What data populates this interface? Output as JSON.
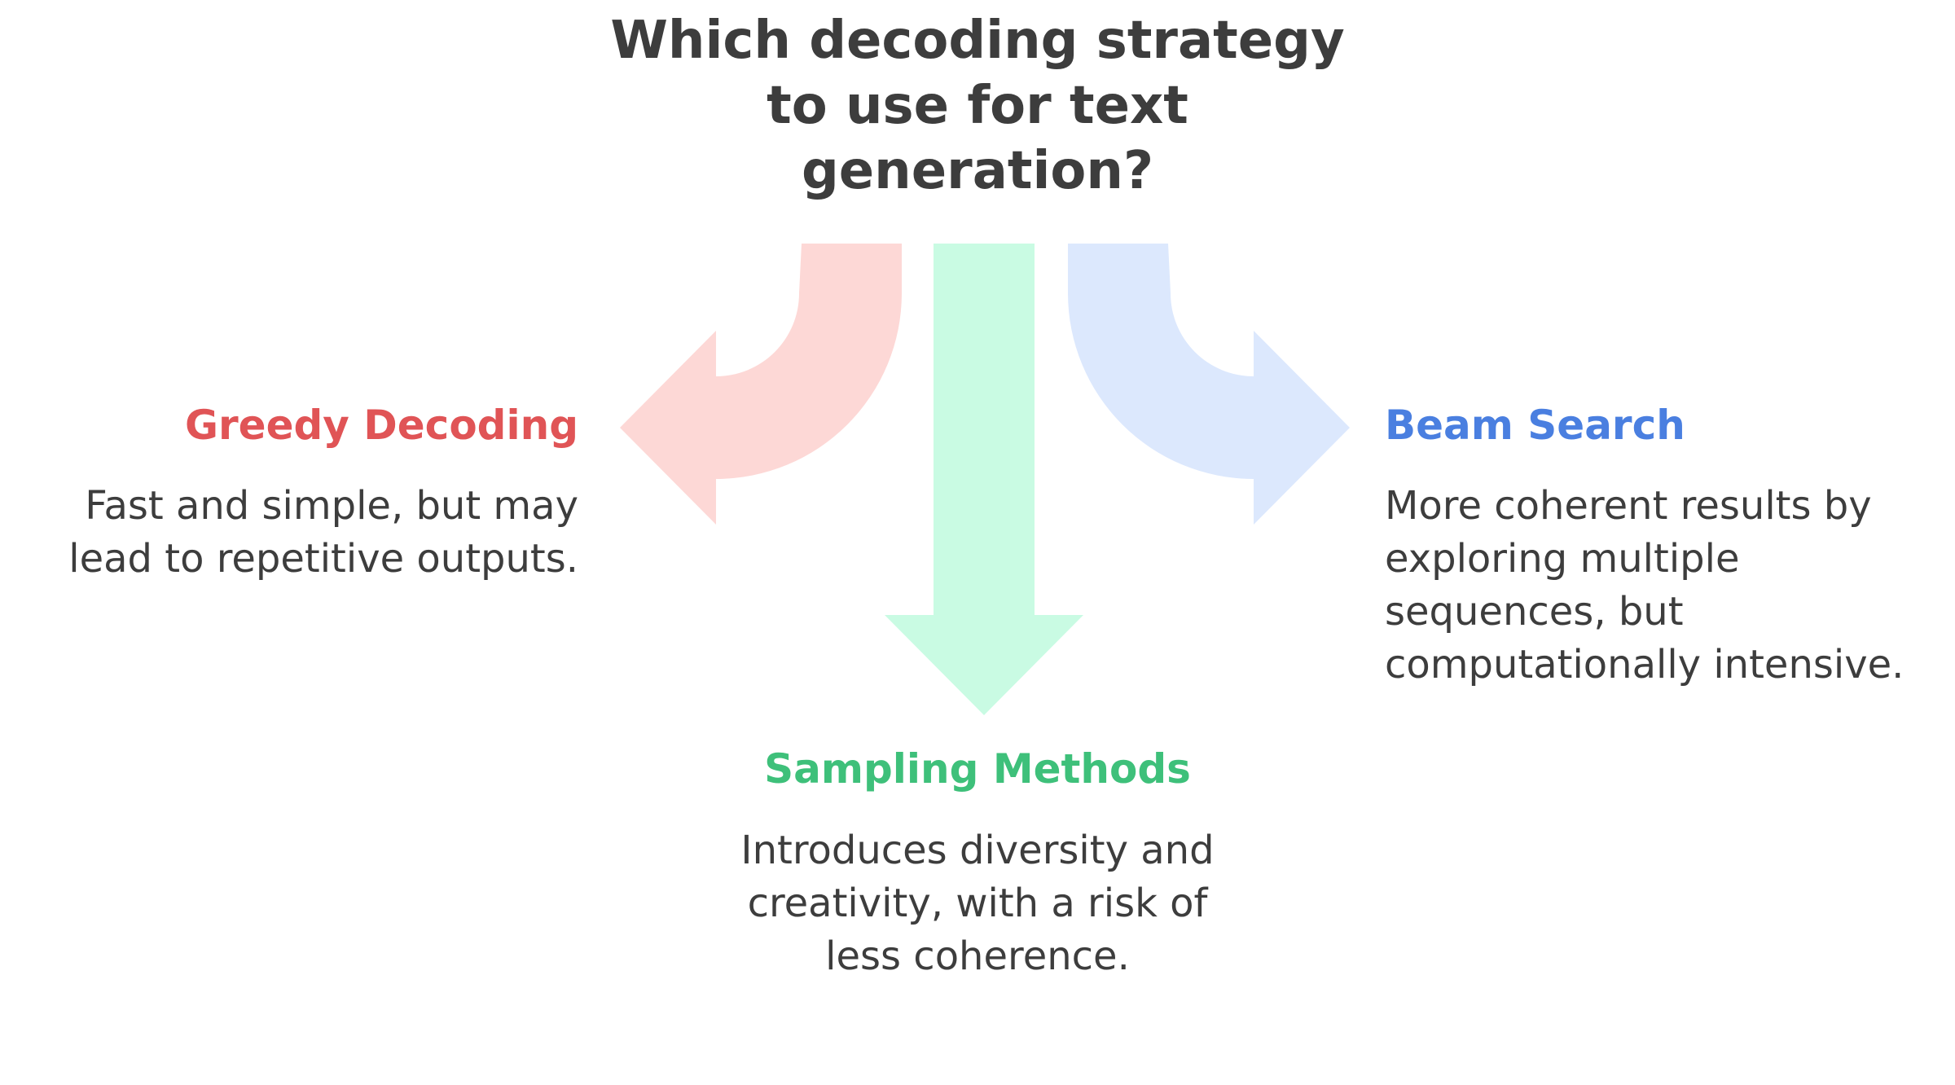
{
  "title": "Which decoding strategy\nto use for text\ngeneration?",
  "colors": {
    "text": "#3d3d3d",
    "greedy_accent": "#e05456",
    "greedy_arrow": "#fdd8d6",
    "sampling_accent": "#3ec07a",
    "sampling_arrow": "#c9fbe3",
    "beam_accent": "#4a7fe0",
    "beam_arrow": "#dce8fd"
  },
  "options": [
    {
      "id": "greedy",
      "heading": "Greedy Decoding",
      "description": "Fast and simple, but may\nlead to repetitive outputs."
    },
    {
      "id": "sampling",
      "heading": "Sampling Methods",
      "description": "Introduces diversity and\ncreativity, with a risk of\nless coherence."
    },
    {
      "id": "beam",
      "heading": "Beam Search",
      "description": "More coherent results by\nexploring multiple\nsequences, but\ncomputationally intensive."
    }
  ]
}
